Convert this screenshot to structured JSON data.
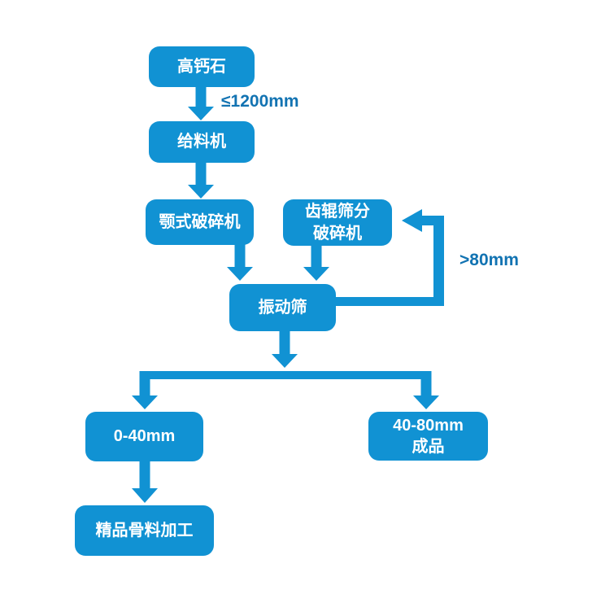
{
  "colors": {
    "background": "#ffffff",
    "accent": "#1192d3",
    "label": "#1273b2",
    "node_text": "#ffffff"
  },
  "nodes": {
    "source": {
      "label": "高钙石"
    },
    "feeder": {
      "label": "给料机"
    },
    "jaw_crusher": {
      "label": "颚式破碎机"
    },
    "roller_crusher": {
      "line1": "齿辊筛分",
      "line2": "破碎机"
    },
    "vibrating_screen": {
      "label": "振动筛"
    },
    "output_0_40": {
      "label": "0-40mm"
    },
    "output_40_80": {
      "line1": "40-80mm",
      "line2": "成品"
    },
    "fine_processing": {
      "label": "精品骨料加工"
    }
  },
  "edge_labels": {
    "feed_size": "≤1200mm",
    "oversize_return": ">80mm"
  }
}
